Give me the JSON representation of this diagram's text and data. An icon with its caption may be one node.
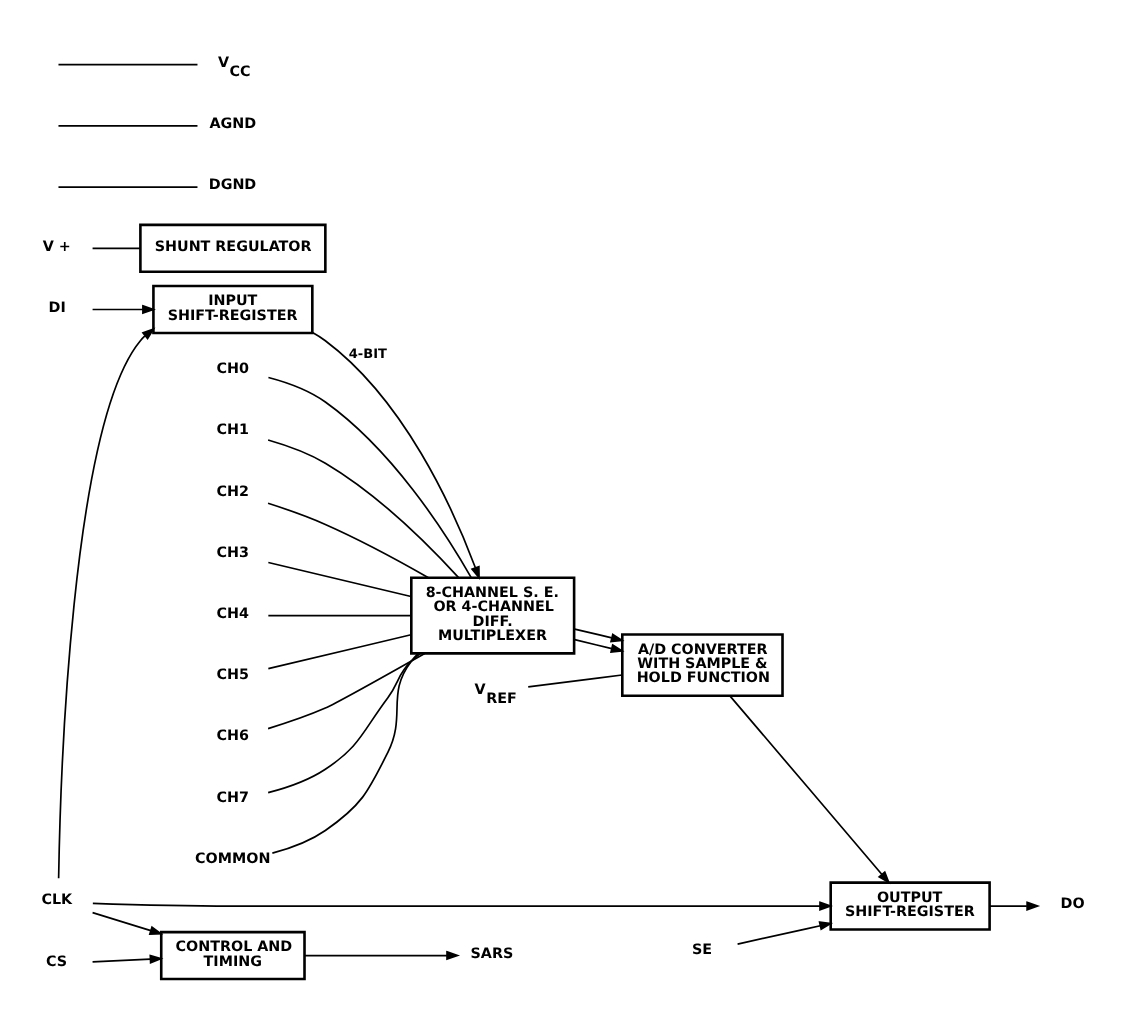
{
  "diagram": {
    "nodes": [
      {
        "text": [
          "INPUT SHIFT-REGISTER"
        ]
      },
      {
        "text": [
          "CONTROL AND TIMING"
        ]
      },
      {
        "text": [
          "OUTPUT SHIFT-REGISTER"
        ]
      },
      {
        "text": [
          "8-CHANNEL S. E. OR 4-CHANNEL DIFF. MULTIPLEXER"
        ]
      },
      {
        "text": [
          "A/D CONVERTER WITH SAMPLE & HOLD FUNCTION"
        ]
      },
      {
        "text": [
          "SHUNT REGULATOR"
        ]
      },
      {
        "text": [
          "DI"
        ]
      },
      {
        "text": [
          "SARS"
        ]
      },
      {
        "text": [
          "CLK"
        ]
      },
      {
        "text": [
          "CS"
        ]
      },
      {
        "text": [
          "DO"
        ]
      },
      {
        "text": [
          "SE"
        ]
      },
      {
        "text": [
          "DGND"
        ]
      },
      {
        "text": [
          "CH0"
        ]
      },
      {
        "text": [
          "CH1"
        ]
      },
      {
        "text": [
          "CH2"
        ]
      },
      {
        "text": [
          "CH3"
        ]
      },
      {
        "text": [
          "CH4"
        ]
      },
      {
        "text": [
          "CH5"
        ]
      },
      {
        "text": [
          "CH6"
        ]
      },
      {
        "text": [
          "CH7"
        ]
      },
      {
        "text": [
          "COMMON"
        ]
      },
      {
        "text": [
          "AGND"
        ]
      },
      {
        "text": [
          "V$_{REF}$"
        ]
      },
      {
        "text": [
          "V$_{CC}$"
        ]
      },
      {
        "text": [
          "V +"
        ]
      }
    ],
    "edges": [
      {
        "from": 6,
        "to": 0,
        "arrow": "to"
      },
      {
        "from": 0,
        "to": 3,
        "arrow": "to",
        "label": "4-BIT"
      },
      {
        "from": 1,
        "to": 7,
        "arrow": "to"
      },
      {
        "from": 8,
        "to": 1,
        "arrow": "to"
      },
      {
        "from": 8,
        "to": 0,
        "arrow": "to"
      },
      {
        "from": 8,
        "to": 2,
        "arrow": "to"
      },
      {
        "from": 9,
        "to": 1,
        "arrow": "to"
      },
      {
        "from": 2,
        "to": 10,
        "arrow": "to"
      },
      {
        "from": 11,
        "to": 2,
        "arrow": "to"
      },
      {
        "from": 4,
        "to": 2,
        "arrow": "to"
      },
      {
        "from": 3,
        "to": 4,
        "arrow": "to"
      },
      {
        "from": 3,
        "to": 4,
        "arrow": "to"
      },
      {
        "from": 13,
        "to": 3,
        "arrow": "none"
      },
      {
        "from": 14,
        "to": 3,
        "arrow": "none"
      },
      {
        "from": 15,
        "to": 3,
        "arrow": "none"
      },
      {
        "from": 16,
        "to": 3,
        "arrow": "none"
      },
      {
        "from": 17,
        "to": 3,
        "arrow": "none"
      },
      {
        "from": 18,
        "to": 3,
        "arrow": "none"
      },
      {
        "from": 19,
        "to": 3,
        "arrow": "none"
      },
      {
        "from": 20,
        "to": 3,
        "arrow": "none"
      },
      {
        "from": 21,
        "to": 3,
        "arrow": "none"
      },
      {
        "from": null,
        "to": 22,
        "arrow": "none"
      },
      {
        "from": 23,
        "to": 4,
        "arrow": "none"
      },
      {
        "from": null,
        "to": 24,
        "arrow": "none"
      },
      {
        "from": null,
        "to": 12,
        "arrow": "none"
      },
      {
        "from": 25,
        "to": 5,
        "arrow": "none"
      }
    ]
  }
}
